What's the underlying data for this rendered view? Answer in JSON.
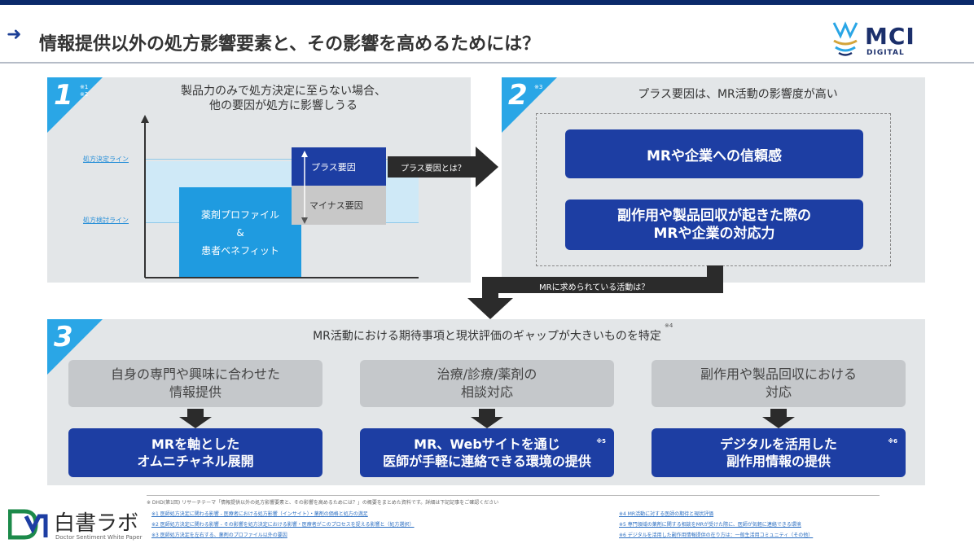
{
  "header": {
    "title": "情報提供以外の処方影響要素と、その影響を高めるためには？",
    "logo_main": "MCI",
    "logo_sub": "DIGITAL"
  },
  "panel1": {
    "num": "1",
    "sup": "※1\n※2",
    "title_l1": "製品力のみで処方決定に至らない場合、",
    "title_l2": "他の要因が処方に影響しうる",
    "line_top": "処方決定ライン",
    "line_bottom": "処方検討ライン",
    "product_l1": "薬剤プロファイル",
    "product_l2": "&",
    "product_l3": "患者ベネフィット",
    "plus": "プラス要因",
    "minus": "マイナス要因"
  },
  "arrow_right_label": "プラス要因とは？",
  "panel2": {
    "num": "2",
    "sup": "※3",
    "title": "プラス要因は、MR活動の影響度が高い",
    "box1": "MRや企業への信頼感",
    "box2_l1": "副作用や製品回収が起きた際の",
    "box2_l2": "MRや企業の対応力"
  },
  "arrow_down_label": "MRに求められている活動は？",
  "panel3": {
    "num": "3",
    "title": "MR活動における期待事項と現状評価のギャップが大きいものを特定",
    "title_sup": "※4",
    "gray": [
      {
        "l1": "自身の専門や興味に合わせた",
        "l2": "情報提供"
      },
      {
        "l1": "治療/診療/薬剤の",
        "l2": "相談対応"
      },
      {
        "l1": "副作用や製品回収における",
        "l2": "対応"
      }
    ],
    "blue": [
      {
        "l1": "MRを軸とした",
        "l2": "オムニチャネル展開",
        "sup": ""
      },
      {
        "l1": "MR、Webサイトを通じ",
        "l2": "医師が手軽に連絡できる環境の提供",
        "sup": "※5"
      },
      {
        "l1": "デジタルを活用した",
        "l2": "副作用情報の提供",
        "sup": "※6"
      }
    ]
  },
  "footer": {
    "logo_text": "白書ラボ",
    "logo_sub": "Doctor Sentiment White Paper",
    "intro": "※ DHD(第1回) リサーチテーマ「情報提供以外の処方影響要素と、その影響を高めるためには？」の概要をまとめた資料です。詳細は下記記事をご確認ください",
    "notes_left": [
      "※1 医師処方決定に関わる影響 - 医療者における処方影響（インサイト）・薬剤の価格と処方の満足",
      "※2 医師処方決定に関わる影響 - その影響を処方決定における影響・医療者がこのプロセスを捉える影響と（処方選択）",
      "※3 医師処方決定を左右する、薬剤のプロファイル以外の要因"
    ],
    "notes_right": [
      "※4 MR活動に対する医師の期待と現状評価",
      "※5 専門領域の薬剤に関する相談をMRが受けた際に、医師が気軽に連絡できる環境",
      "※6 デジタルを活用した副作用情報提供の在り方は：一般生活用コミュニティ（その他）"
    ]
  }
}
